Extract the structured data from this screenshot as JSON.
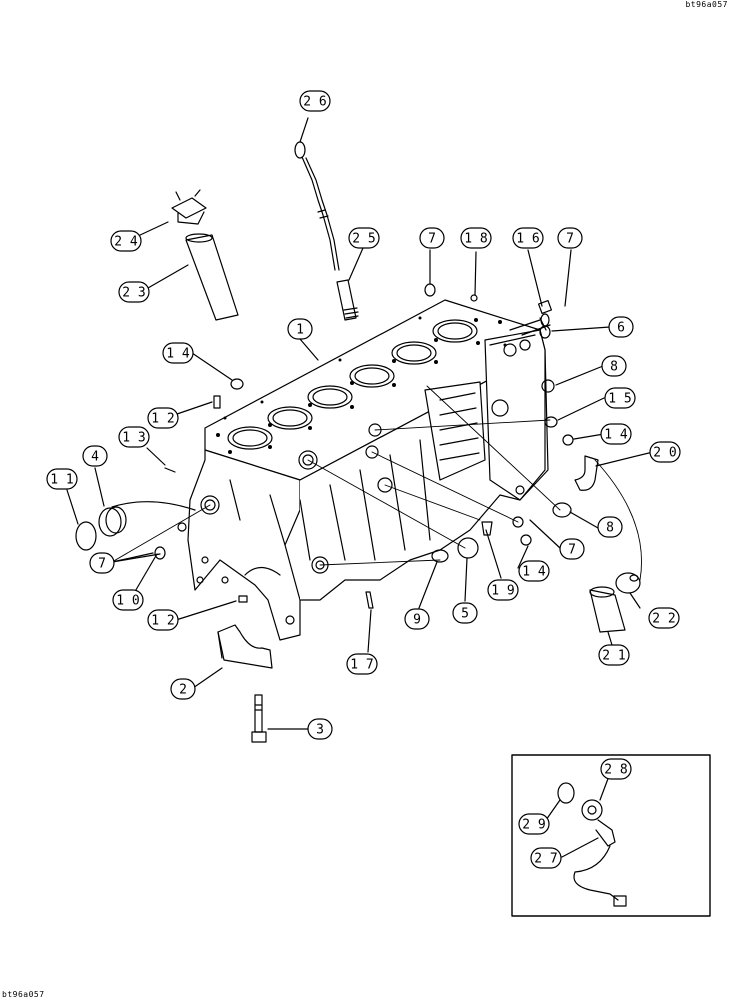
{
  "drawing_code_top": "bt96a057",
  "drawing_code_bottom": "bt96a057",
  "callouts": [
    "1",
    "2",
    "3",
    "4",
    "5",
    "6",
    "7",
    "8",
    "9",
    "10",
    "11",
    "12",
    "13",
    "14",
    "15",
    "16",
    "17",
    "18",
    "19",
    "20",
    "21",
    "22",
    "23",
    "24",
    "25",
    "26",
    "27",
    "28",
    "29"
  ]
}
